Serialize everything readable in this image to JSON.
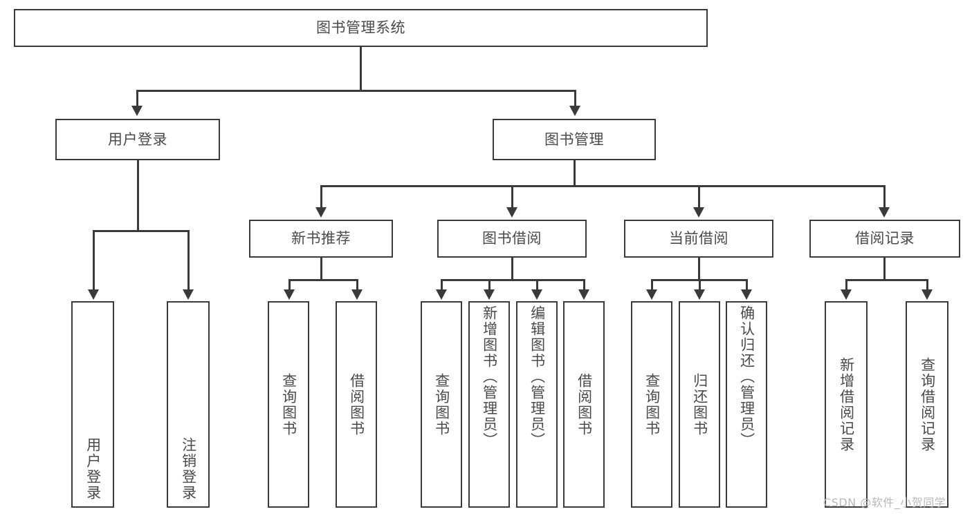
{
  "diagram": {
    "type": "tree-hierarchy",
    "title": "图书管理系统",
    "root": {
      "label": "图书管理系统",
      "id": "root"
    },
    "level1": [
      {
        "id": "user-login",
        "label": "用户登录"
      },
      {
        "id": "book-manage",
        "label": "图书管理"
      }
    ],
    "level2": [
      {
        "id": "new-book-recommend",
        "label": "新书推荐",
        "parent": "book-manage"
      },
      {
        "id": "book-borrow",
        "label": "图书借阅",
        "parent": "book-manage"
      },
      {
        "id": "current-borrow",
        "label": "当前借阅",
        "parent": "book-manage"
      },
      {
        "id": "borrow-record",
        "label": "借阅记录",
        "parent": "book-manage"
      }
    ],
    "leaves": [
      {
        "id": "leaf-user-login",
        "label": "用户登录",
        "parent": "user-login"
      },
      {
        "id": "leaf-logout",
        "label": "注销登录",
        "parent": "user-login"
      },
      {
        "id": "leaf-query-book-1",
        "label": "查询图书",
        "parent": "new-book-recommend"
      },
      {
        "id": "leaf-borrow-book-1",
        "label": "借阅图书",
        "parent": "new-book-recommend"
      },
      {
        "id": "leaf-query-book-2",
        "label": "查询图书",
        "parent": "book-borrow"
      },
      {
        "id": "leaf-add-book",
        "label": "新增图书（管理员）",
        "parent": "book-borrow"
      },
      {
        "id": "leaf-edit-book",
        "label": "编辑图书（管理员）",
        "parent": "book-borrow"
      },
      {
        "id": "leaf-borrow-book-2",
        "label": "借阅图书",
        "parent": "book-borrow"
      },
      {
        "id": "leaf-query-book-3",
        "label": "查询图书",
        "parent": "current-borrow"
      },
      {
        "id": "leaf-return-book",
        "label": "归还图书",
        "parent": "current-borrow"
      },
      {
        "id": "leaf-confirm-return",
        "label": "确认归还（管理员）",
        "parent": "current-borrow"
      },
      {
        "id": "leaf-add-record",
        "label": "新增借阅记录",
        "parent": "borrow-record"
      },
      {
        "id": "leaf-query-record",
        "label": "查询借阅记录",
        "parent": "borrow-record"
      }
    ],
    "colors": {
      "stroke": "#3a3a3a",
      "text": "#4a4a4a",
      "background": "#ffffff",
      "watermark": "#b9b9b9"
    }
  },
  "watermark": {
    "text": "CSDN @软件_小贺同学"
  }
}
